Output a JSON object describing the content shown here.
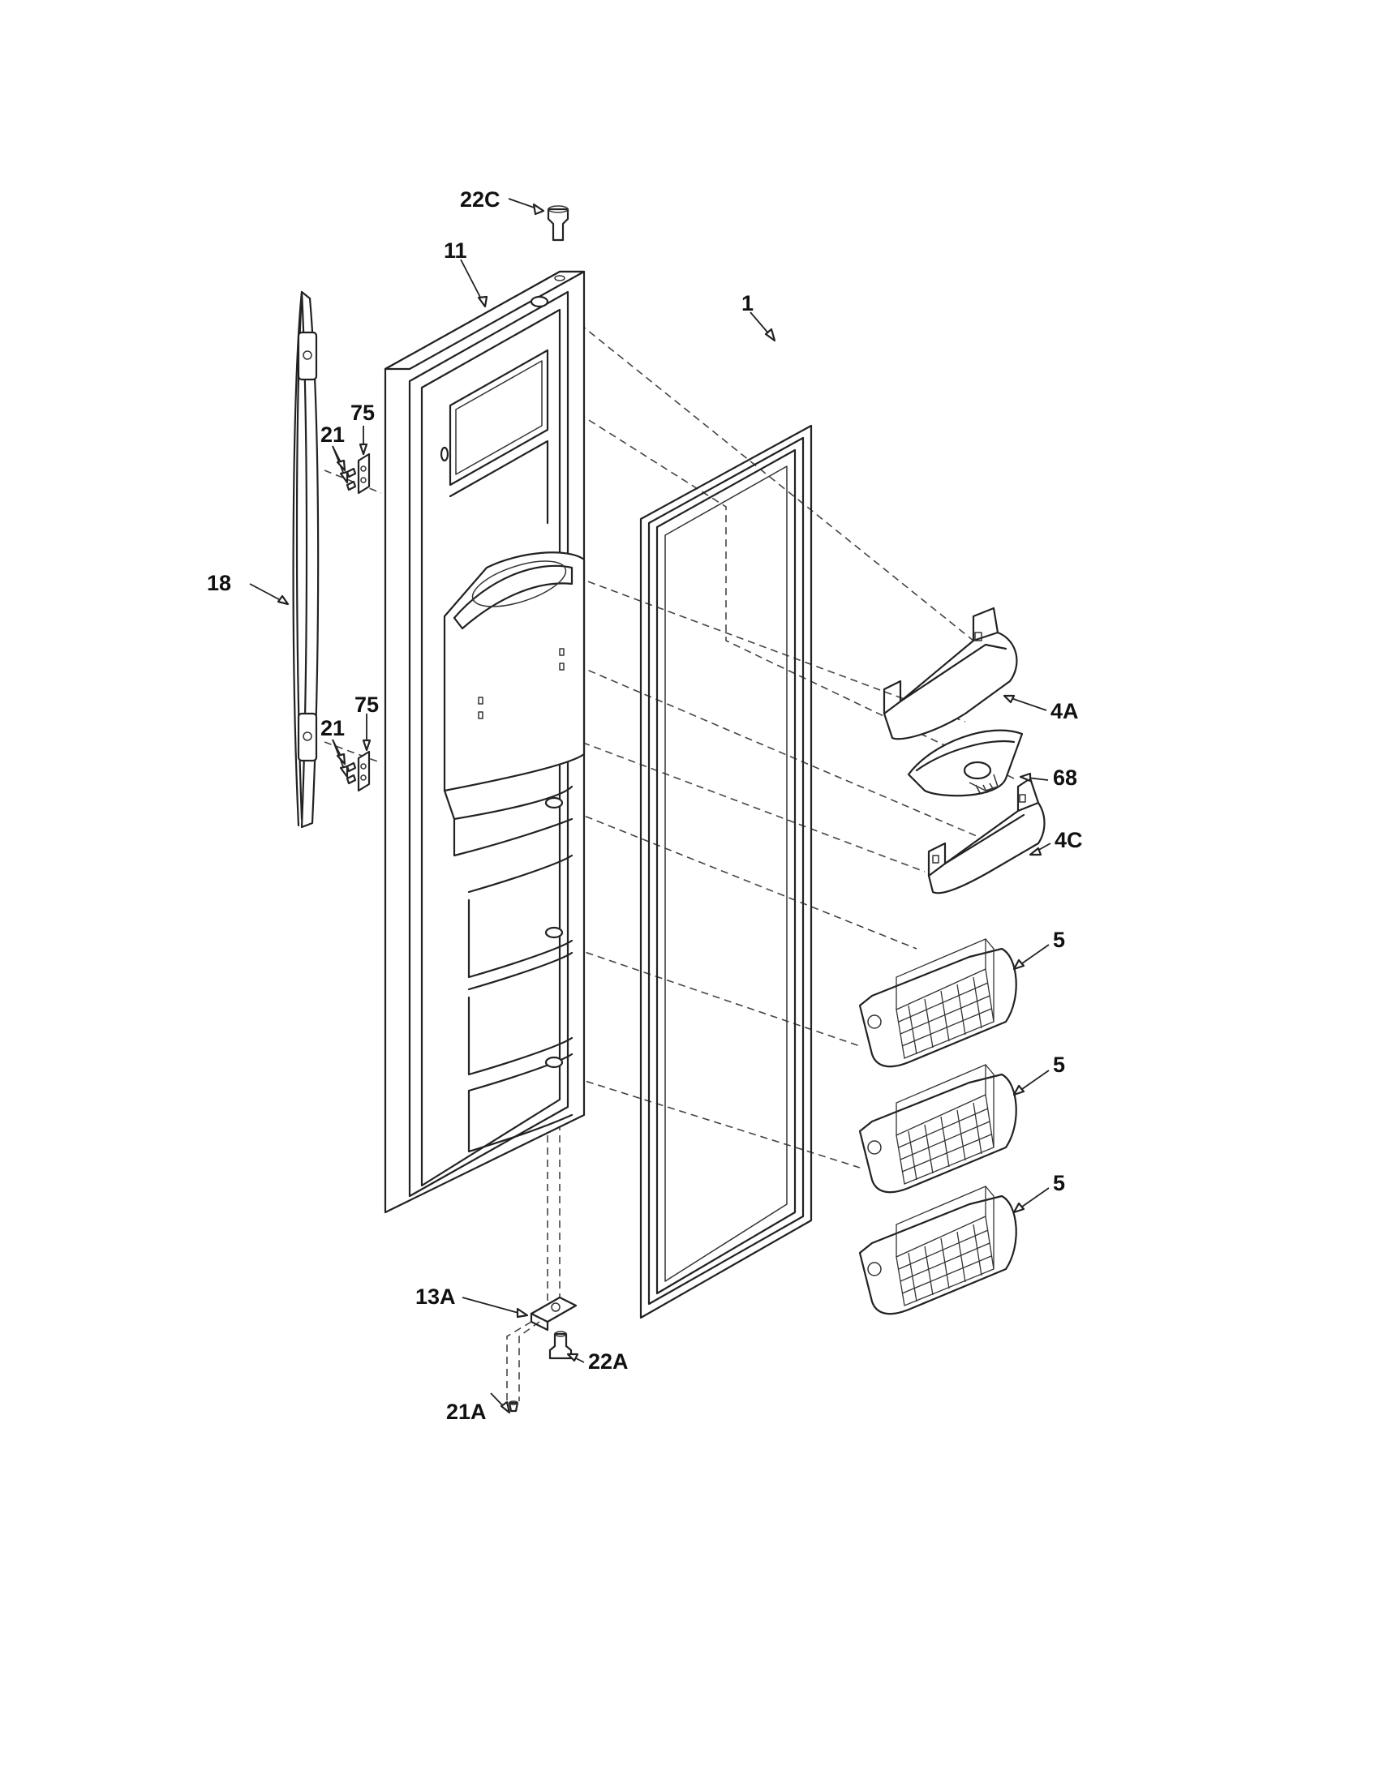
{
  "diagram": {
    "part_labels": {
      "p22c": "22C",
      "p11": "11",
      "p1": "1",
      "p75_top": "75",
      "p21_top": "21",
      "p18": "18",
      "p75_bottom": "75",
      "p21_bottom": "21",
      "p4a": "4A",
      "p68": "68",
      "p4c": "4C",
      "p5_top": "5",
      "p5_mid": "5",
      "p5_bottom": "5",
      "p13a": "13A",
      "p22a": "22A",
      "p21a": "21A"
    },
    "colors": {
      "line": "#222222",
      "background": "#ffffff"
    }
  }
}
